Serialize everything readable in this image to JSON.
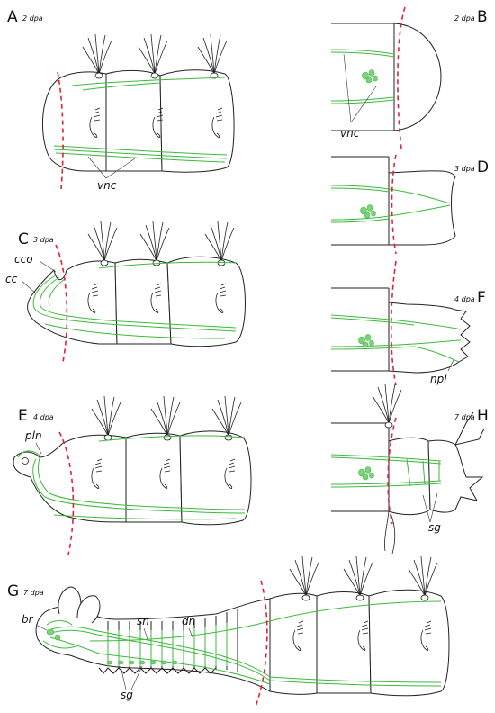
{
  "colors": {
    "nerve": "#3cba3c",
    "amputation": "#e0223a",
    "outline": "#222222"
  },
  "panels": {
    "A": {
      "letter": "A",
      "stage": "2 dpa",
      "labels": {
        "vnc": "vnc"
      }
    },
    "B": {
      "letter": "B",
      "stage": "2 dpa",
      "labels": {
        "vnc": "vnc"
      }
    },
    "C": {
      "letter": "C",
      "stage": "3 dpa",
      "labels": {
        "cco": "cco",
        "cc": "cc"
      }
    },
    "D": {
      "letter": "D",
      "stage": "3 dpa"
    },
    "E": {
      "letter": "E",
      "stage": "4 dpa",
      "labels": {
        "pln": "pln"
      }
    },
    "F": {
      "letter": "F",
      "stage": "4 dpa",
      "labels": {
        "npl": "npl"
      }
    },
    "G": {
      "letter": "G",
      "stage": "7 dpa",
      "labels": {
        "br": "br",
        "sn": "sn",
        "dn": "dn",
        "sg": "sg"
      }
    },
    "H": {
      "letter": "H",
      "stage": "7 dpa",
      "labels": {
        "sg": "sg"
      }
    }
  }
}
